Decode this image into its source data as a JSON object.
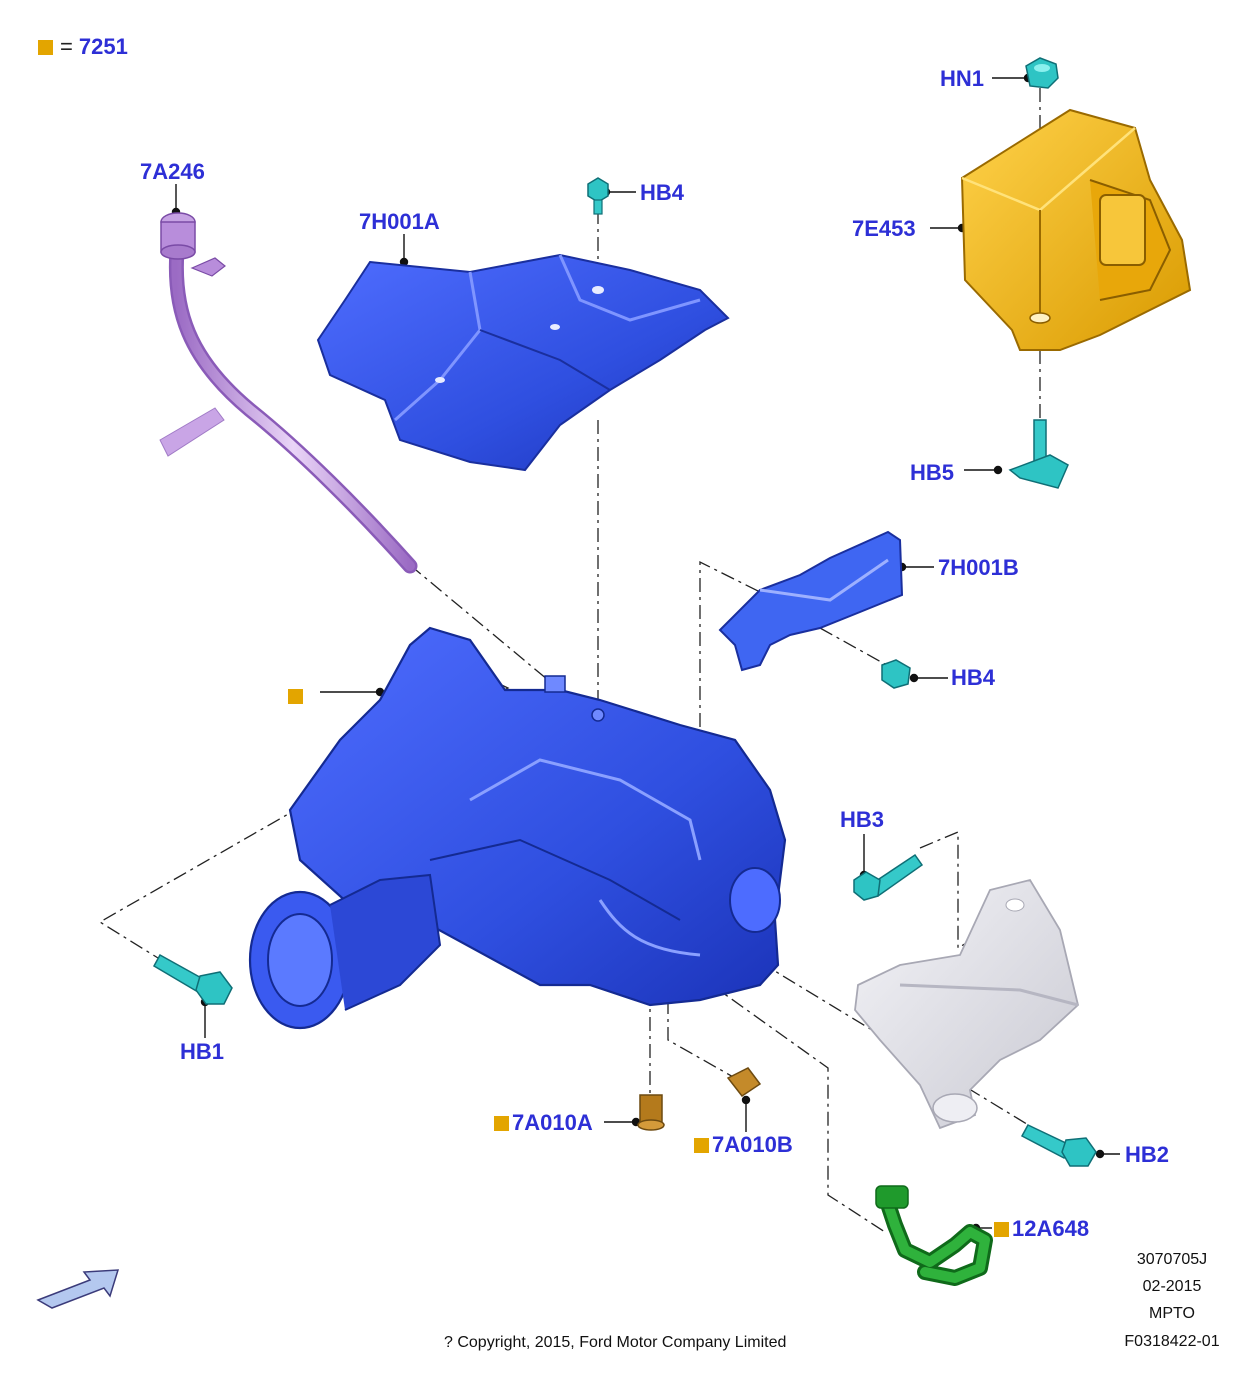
{
  "legend": {
    "symbol": "square",
    "equals": "=",
    "code": "7251"
  },
  "labels": {
    "hn1": "HN1",
    "b7e453": "7E453",
    "hb5": "HB5",
    "b7a246": "7A246",
    "hb4_top": "HB4",
    "b7h001a": "7H001A",
    "b7h001b": "7H001B",
    "hb4_mid": "HB4",
    "hb3": "HB3",
    "hb1": "HB1",
    "b7a010a": "7A010A",
    "b7a010b": "7A010B",
    "hb2": "HB2",
    "b12a648": "12A648"
  },
  "meta": {
    "line1": "3070705J",
    "line2": "02-2015",
    "line3": "MPTO",
    "line4": "F0318422-01"
  },
  "copyright": "? Copyright, 2015, Ford Motor Company Limited",
  "colors": {
    "label_blue": "#2d2fd6",
    "legend_square": "#e3a500",
    "case_blue": "#3a55e8",
    "module_yellow": "#f2b51d",
    "tube_purple": "#b98ad6",
    "fastener_teal": "#2ec4c4",
    "harness_green": "#1f9a2c",
    "plug_bronze": "#b47a1c",
    "bracket_grey": "#e3e3e8"
  }
}
